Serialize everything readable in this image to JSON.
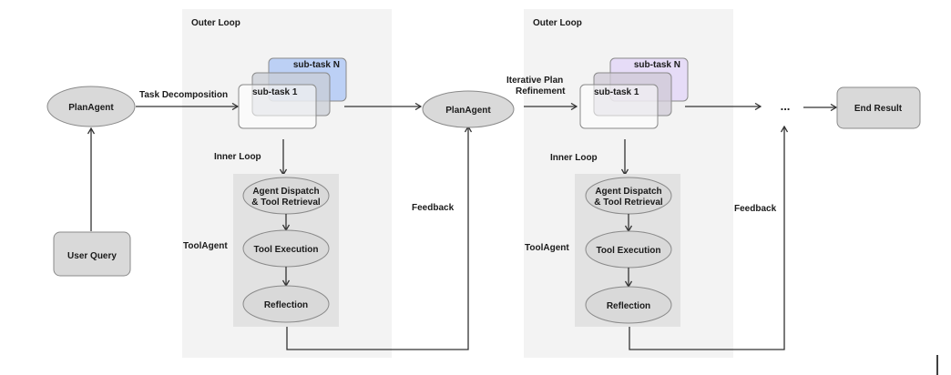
{
  "diagram": {
    "left": {
      "plan_agent": "PlanAgent",
      "user_query": "User Query",
      "task_decomposition": "Task Decomposition"
    },
    "stage1": {
      "outer_loop": "Outer Loop",
      "inner_loop": "Inner Loop",
      "subtask_n": "sub-task N",
      "subtask_1": "sub-task 1",
      "tool_agent": "ToolAgent",
      "steps": [
        "Agent Dispatch",
        "& Tool Retrieval",
        "Tool  Execution",
        "Reflection"
      ],
      "subtask_n_color": "#bcd0f5"
    },
    "middle": {
      "plan_agent": "PlanAgent",
      "feedback": "Feedback",
      "iterative_line1": "Iterative Plan",
      "iterative_line2": "Refinement"
    },
    "stage2": {
      "outer_loop": "Outer Loop",
      "inner_loop": "Inner Loop",
      "subtask_n": "sub-task N",
      "subtask_1": "sub-task 1",
      "tool_agent": "ToolAgent",
      "steps": [
        "Agent Dispatch",
        "& Tool Retrieval",
        "Tool  Execution",
        "Reflection"
      ],
      "subtask_n_color": "#e6dcf7"
    },
    "right": {
      "ellipsis": "...",
      "feedback": "Feedback",
      "end_result": "End Result"
    }
  }
}
